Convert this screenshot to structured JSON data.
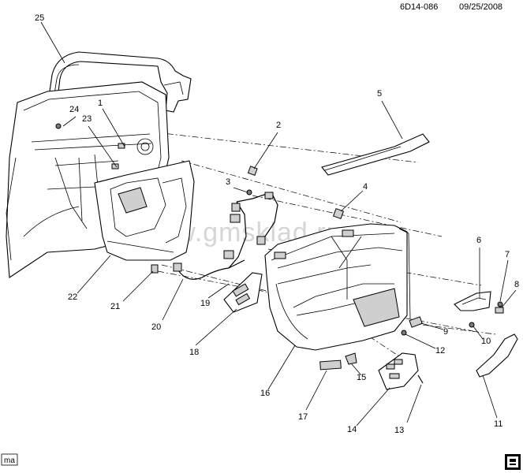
{
  "header": {
    "drawing_id": "6D14-086",
    "date": "09/25/2008"
  },
  "watermark": "www.gmsklad.ru",
  "footer": {
    "left_tag": "ma",
    "right_icon": "parts-catalog-icon"
  },
  "callouts": [
    {
      "id": "c25",
      "label": "25"
    },
    {
      "id": "c24",
      "label": "24"
    },
    {
      "id": "c23",
      "label": "23"
    },
    {
      "id": "c1",
      "label": "1"
    },
    {
      "id": "c2",
      "label": "2"
    },
    {
      "id": "c3",
      "label": "3"
    },
    {
      "id": "c4",
      "label": "4"
    },
    {
      "id": "c5",
      "label": "5"
    },
    {
      "id": "c6",
      "label": "6"
    },
    {
      "id": "c7",
      "label": "7"
    },
    {
      "id": "c8",
      "label": "8"
    },
    {
      "id": "c9",
      "label": "9"
    },
    {
      "id": "c10",
      "label": "10"
    },
    {
      "id": "c11",
      "label": "11"
    },
    {
      "id": "c12",
      "label": "12"
    },
    {
      "id": "c13",
      "label": "13"
    },
    {
      "id": "c14",
      "label": "14"
    },
    {
      "id": "c15",
      "label": "15"
    },
    {
      "id": "c16",
      "label": "16"
    },
    {
      "id": "c17",
      "label": "17"
    },
    {
      "id": "c18",
      "label": "18"
    },
    {
      "id": "c19",
      "label": "19"
    },
    {
      "id": "c20",
      "label": "20"
    },
    {
      "id": "c21",
      "label": "21"
    },
    {
      "id": "c22",
      "label": "22"
    }
  ]
}
